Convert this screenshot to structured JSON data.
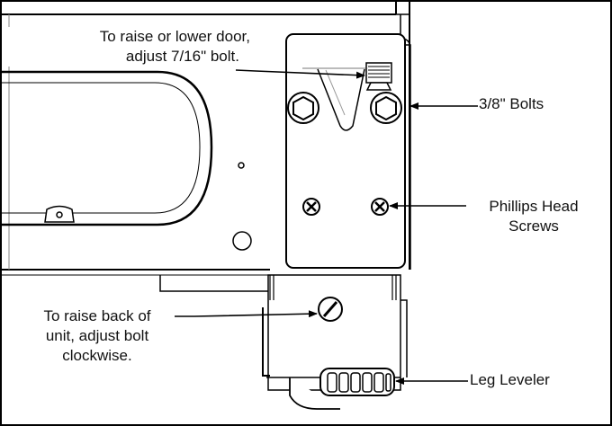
{
  "callouts": {
    "door_adjust": {
      "line1": "To raise or lower door,",
      "line2": "adjust 7/16\" bolt."
    },
    "bolts": {
      "line1": "3/8\" Bolts"
    },
    "screws": {
      "line1": "Phillips Head",
      "line2": "Screws"
    },
    "back_adjust": {
      "line1": "To raise back of",
      "line2": "unit, adjust bolt",
      "line3": "clockwise."
    },
    "leg_leveler": {
      "line1": "Leg Leveler"
    }
  }
}
